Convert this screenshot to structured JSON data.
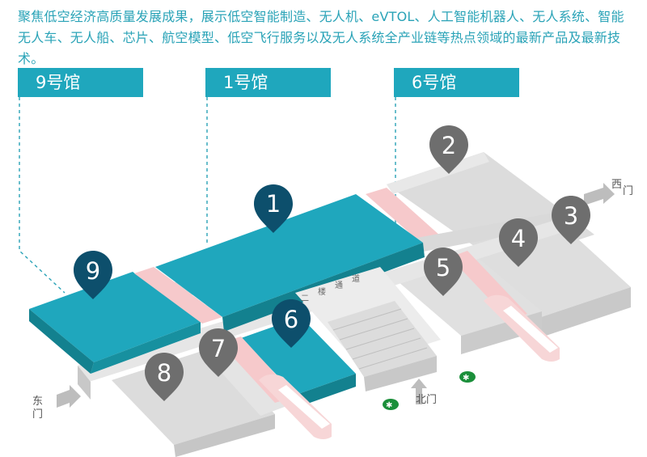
{
  "intro": "聚焦低空经济高质量发展成果，展示低空智能制造、无人机、eVTOL、人工智能机器人、无人系统、智能无人车、无人船、芯片、航空模型、低空飞行服务以及无人系统全产业链等热点领域的最新产品及最新技术。",
  "hall_labels": {
    "hall9": "9号馆",
    "hall1": "1号馆",
    "hall6": "6号馆"
  },
  "pins": [
    "1",
    "2",
    "3",
    "4",
    "5",
    "6",
    "7",
    "8",
    "9"
  ],
  "gates": {
    "west_1": "西",
    "west_2": "门",
    "east_1": "东",
    "east_2": "门",
    "north": "北门"
  },
  "corridor": [
    "二",
    "楼",
    "通",
    "道"
  ],
  "colors": {
    "teal": "#1fa7bd",
    "teal_dark": "#13818f",
    "pin_dark": "#0d4f6c",
    "pin_gray": "#6e6e6e",
    "pink": "#f6c9cb",
    "gray": "#d9d9d9"
  }
}
